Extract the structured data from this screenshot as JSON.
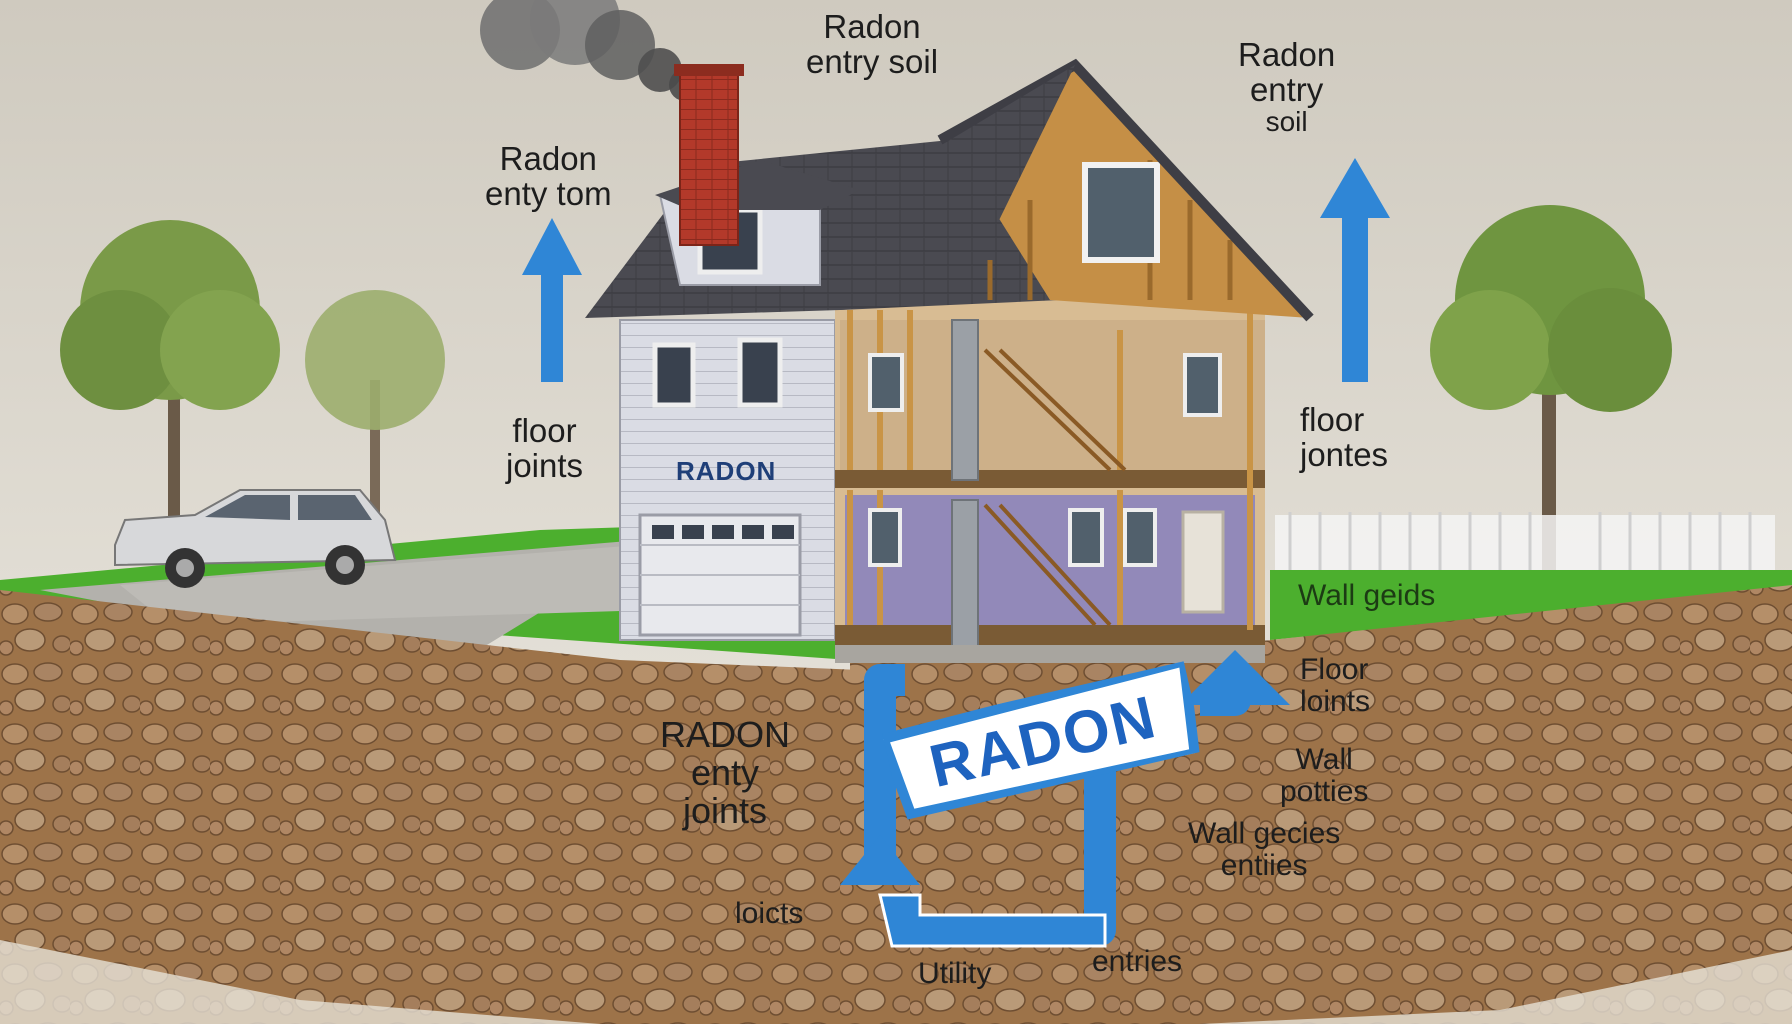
{
  "labels": {
    "top_center": [
      "Radon",
      "entry soil"
    ],
    "top_right": [
      "Radon",
      "entry",
      "soil"
    ],
    "top_left": [
      "Radon",
      "enty tom"
    ],
    "left_floor": [
      "floor",
      "joints"
    ],
    "house_tag": "RADON",
    "right_floor": [
      "floor",
      "jontes"
    ],
    "wall_right": "Wall geids",
    "floor_right_lower": [
      "Floor",
      "loints"
    ],
    "wall_potties": [
      "Wall",
      "potties"
    ],
    "wall_geccies": [
      "Wall gecies",
      "entiies"
    ],
    "radon_soil_left": [
      "RADON",
      "enty",
      "joints"
    ],
    "loicts": "loicts",
    "utility": "Utility",
    "entries": "entries",
    "banner": "RADON"
  },
  "colors": {
    "arrow_blue": "#2f86d6",
    "banner_text": "#1e63bf",
    "soil": "#9a6f48",
    "grass": "#4caf2e",
    "siding": "#d9dbe3",
    "roof": "#4b4b52",
    "chimney": "#b23a2a",
    "framing": "#c99446"
  },
  "icons": [
    "up-arrow-icon",
    "tree-icon",
    "car-icon",
    "chimney-smoke-icon"
  ]
}
